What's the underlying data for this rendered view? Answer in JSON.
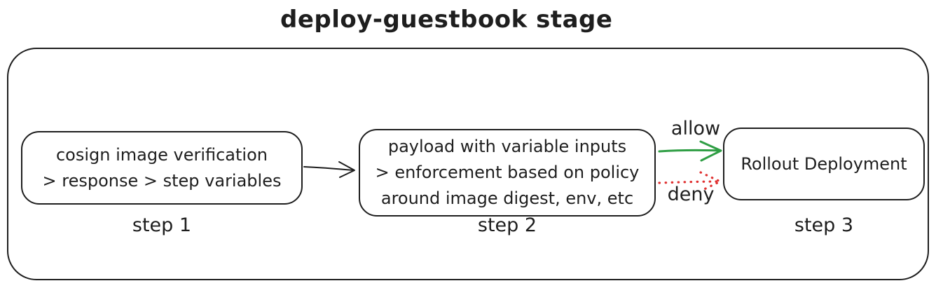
{
  "diagram": {
    "title": "deploy-guestbook stage",
    "nodes": [
      {
        "id": "step-1",
        "lines": [
          "cosign image verification",
          "> response > step variables"
        ],
        "step_label": "step 1"
      },
      {
        "id": "step-2",
        "lines": [
          "payload with variable inputs",
          "> enforcement based on policy",
          "around image digest, env, etc"
        ],
        "step_label": "step 2"
      },
      {
        "id": "step-3",
        "lines": [
          "Rollout Deployment"
        ],
        "step_label": "step 3"
      }
    ],
    "edges": [
      {
        "from": "step-1",
        "to": "step-2",
        "label": "",
        "style": "solid",
        "color": "#1e1e1e"
      },
      {
        "from": "step-2",
        "to": "step-3",
        "label": "allow",
        "style": "solid",
        "color": "#2f9e44"
      },
      {
        "from": "step-2",
        "to": "step-3",
        "label": "deny",
        "style": "dotted",
        "color": "#e03131"
      }
    ],
    "colors": {
      "ink": "#1e1e1e",
      "allow_green": "#2f9e44",
      "deny_red": "#e03131",
      "background": "#ffffff"
    }
  }
}
